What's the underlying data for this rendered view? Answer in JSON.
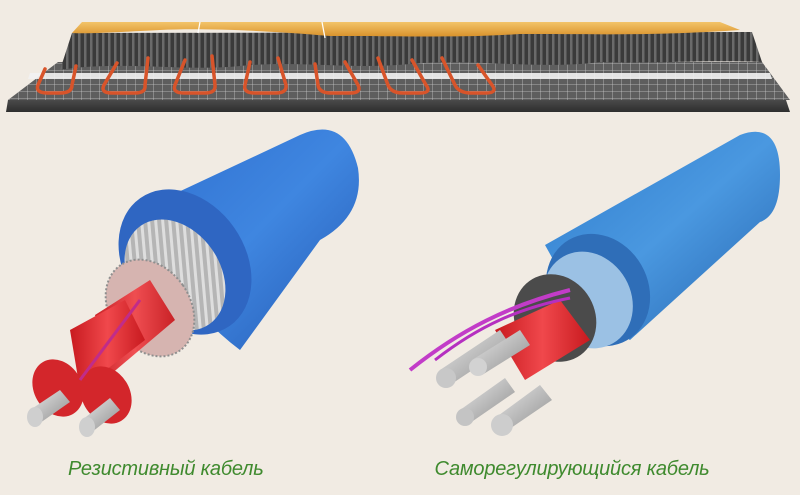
{
  "illustration": {
    "background_color": "#f1ebe3",
    "floor_diagram": {
      "description": "heated floor cross-section: tiles over adhesive layer, heating cable loops on mesh",
      "tile_color": "#e9a83f",
      "cable_color": "#d8542a",
      "mesh_color": "#5b5b5b",
      "loop_count": 7
    },
    "cables": [
      {
        "id": "resistive",
        "caption": "Резистивный кабель",
        "jacket_color": "#3a7bd5",
        "insulation_color": "#e3262b",
        "shield": "braided-foil"
      },
      {
        "id": "self-regulating",
        "caption": "Саморегулирующийся кабель",
        "jacket_color": "#3a86d0",
        "insulation_color": "#e3262b",
        "drain_wire_color": "#c040c8"
      }
    ]
  },
  "captions": {
    "left": "Резистивный кабель",
    "right": "Саморегулирующийся кабель",
    "color": "#3f8a2e"
  }
}
